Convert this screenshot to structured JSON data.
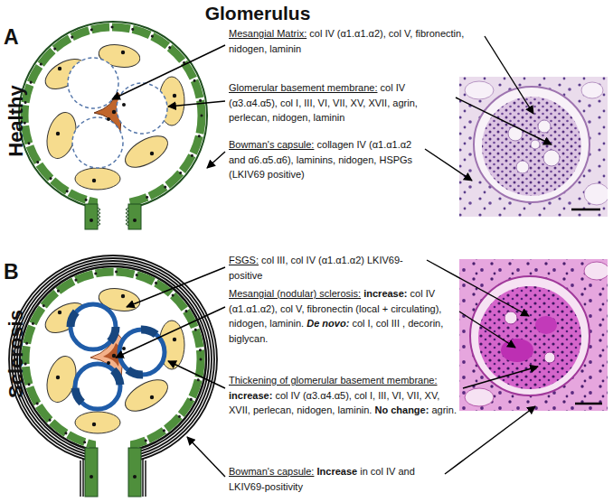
{
  "diagram": {
    "title": "Glomerulus",
    "labels": [
      "A",
      "Healthy",
      "B",
      "Sclerosis",
      "Mesangial Matrix:",
      "col IV (α1.α1.α2), col V, fibronectin, nidogen, laminin",
      "Glomerular basement membrane:",
      "col IV (α3.α4.α5), col I, III, VI, VII, XV, XVII, agrin, perlecan, nidogen, laminin",
      "Bowman's capsule:",
      "collagen IV (α1.α1.α2 and α6.α5.α6), laminins, nidogen, HSPGs (LKIV69 positive)",
      "FSGS:",
      "col III, col IV (α1.α1.α2) LKIV69-positive",
      "Mesangial (nodular) sclerosis:",
      "increase:",
      "col IV (α1.α1.α2), col V, fibronectin (local + circulating), nidogen, laminin.",
      "De novo:",
      "col I, col III , decorin, biglycan.",
      "Thickening of glomerular basement membrane:",
      "increase:",
      "col IV (α3.α4.α5), col I, III, VI, VII, XV, XVII, perlecan, nidogen, laminin.",
      "No change:",
      "agrin.",
      "Bowman's capsule:",
      "Increase",
      "in col IV and LKIV69-positivity"
    ]
  }
}
